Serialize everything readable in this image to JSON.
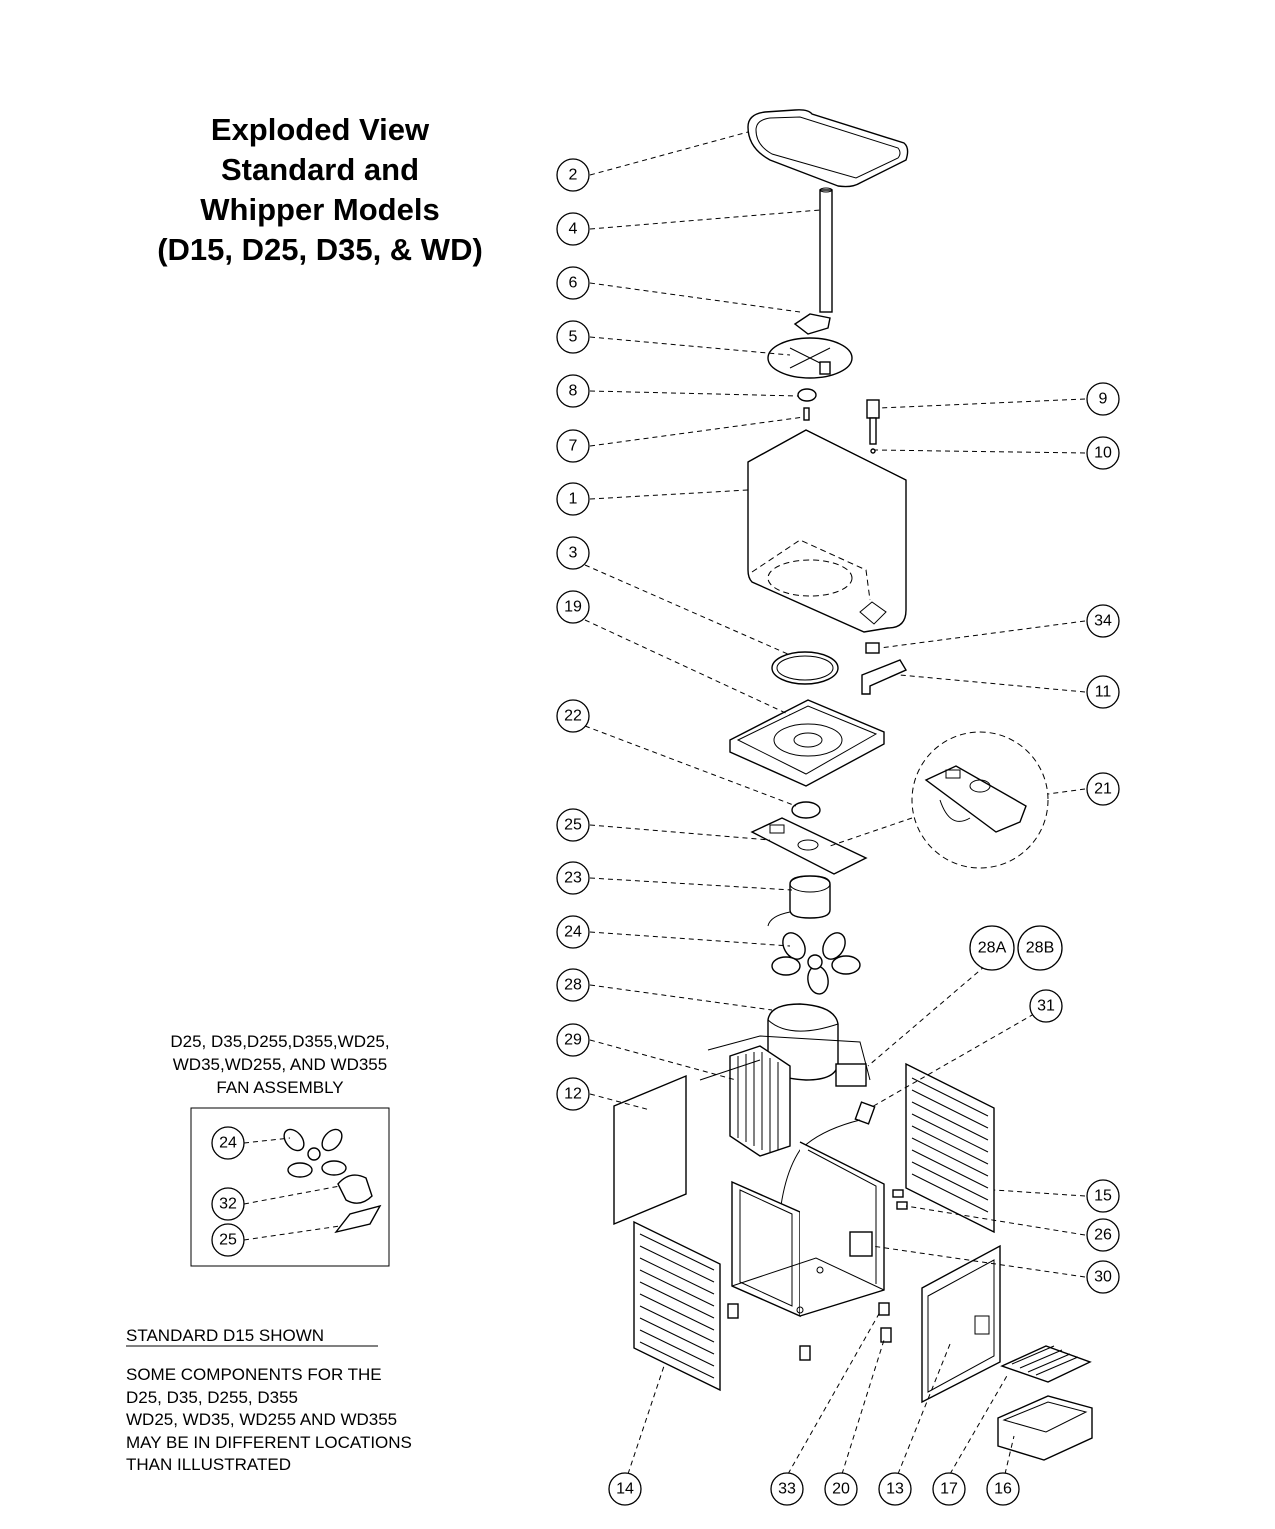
{
  "title_lines": [
    "Exploded View",
    "Standard and",
    "Whipper Models",
    "(D15, D25, D35, & WD)"
  ],
  "fan_assembly": {
    "caption_lines": [
      "D25, D35,D255,D355,WD25,",
      "WD35,WD255, AND WD355",
      "FAN ASSEMBLY"
    ],
    "callouts": [
      "24",
      "32",
      "25"
    ]
  },
  "standard_shown": "STANDARD D15 SHOWN",
  "note_lines": [
    "SOME COMPONENTS FOR THE",
    "D25, D35, D255, D355",
    "WD25, WD35, WD255 AND WD355",
    "MAY BE IN DIFFERENT LOCATIONS",
    "THAN ILLUSTRATED"
  ],
  "callouts_left": [
    "2",
    "4",
    "6",
    "5",
    "8",
    "7",
    "1",
    "3",
    "19",
    "22",
    "25",
    "23",
    "24",
    "28",
    "29",
    "12"
  ],
  "callouts_right": [
    "9",
    "10",
    "34",
    "11",
    "21",
    "28A",
    "28B",
    "31",
    "15",
    "26",
    "30"
  ],
  "callouts_bottom": [
    "14",
    "33",
    "20",
    "13",
    "17",
    "16"
  ]
}
